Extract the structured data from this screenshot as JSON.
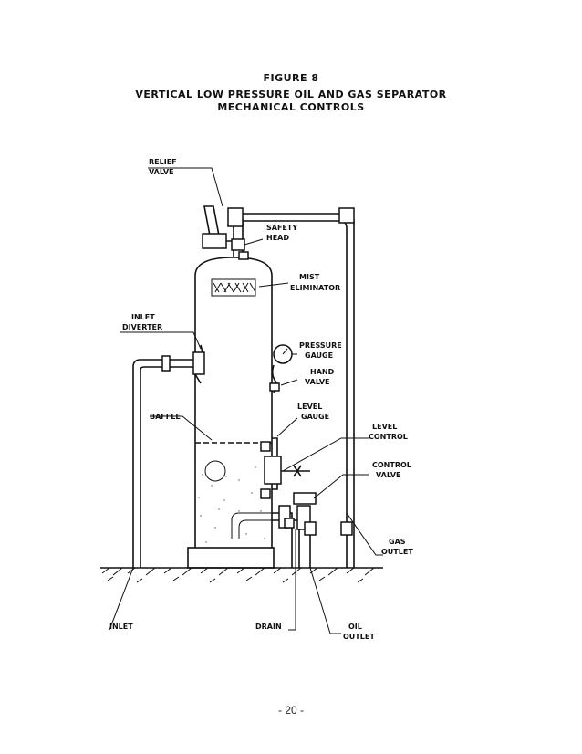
{
  "figure": {
    "number": "FIGURE 8",
    "title_line1": "VERTICAL LOW PRESSURE OIL AND GAS SEPARATOR",
    "title_line2": "MECHANICAL CONTROLS"
  },
  "labels": {
    "relief_valve": [
      "RELIEF",
      "VALVE"
    ],
    "safety_head": [
      "SAFETY",
      "HEAD"
    ],
    "mist_eliminator": [
      "MIST",
      "ELIMINATOR"
    ],
    "inlet_diverter": [
      "INLET",
      "DIVERTER"
    ],
    "pressure_gauge": [
      "PRESSURE",
      "GAUGE"
    ],
    "hand_valve": [
      "HAND",
      "VALVE"
    ],
    "level_gauge": [
      "LEVEL",
      "GAUGE"
    ],
    "baffle": "BAFFLE",
    "level_control": [
      "LEVEL",
      "CONTROL"
    ],
    "control_valve": [
      "CONTROL",
      "VALVE"
    ],
    "gas_outlet": [
      "GAS",
      "OUTLET"
    ],
    "inlet": "INLET",
    "drain": "DRAIN",
    "oil_outlet": [
      "OIL",
      "OUTLET"
    ]
  },
  "page_number": "- 20 -"
}
